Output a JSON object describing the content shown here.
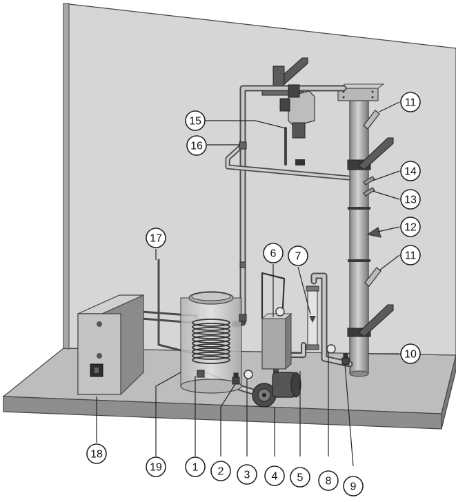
{
  "diagram": {
    "callouts": [
      "1",
      "2",
      "3",
      "4",
      "5",
      "6",
      "7",
      "8",
      "9",
      "10",
      "11",
      "11",
      "12",
      "13",
      "14",
      "15",
      "16",
      "17",
      "18",
      "19"
    ]
  }
}
